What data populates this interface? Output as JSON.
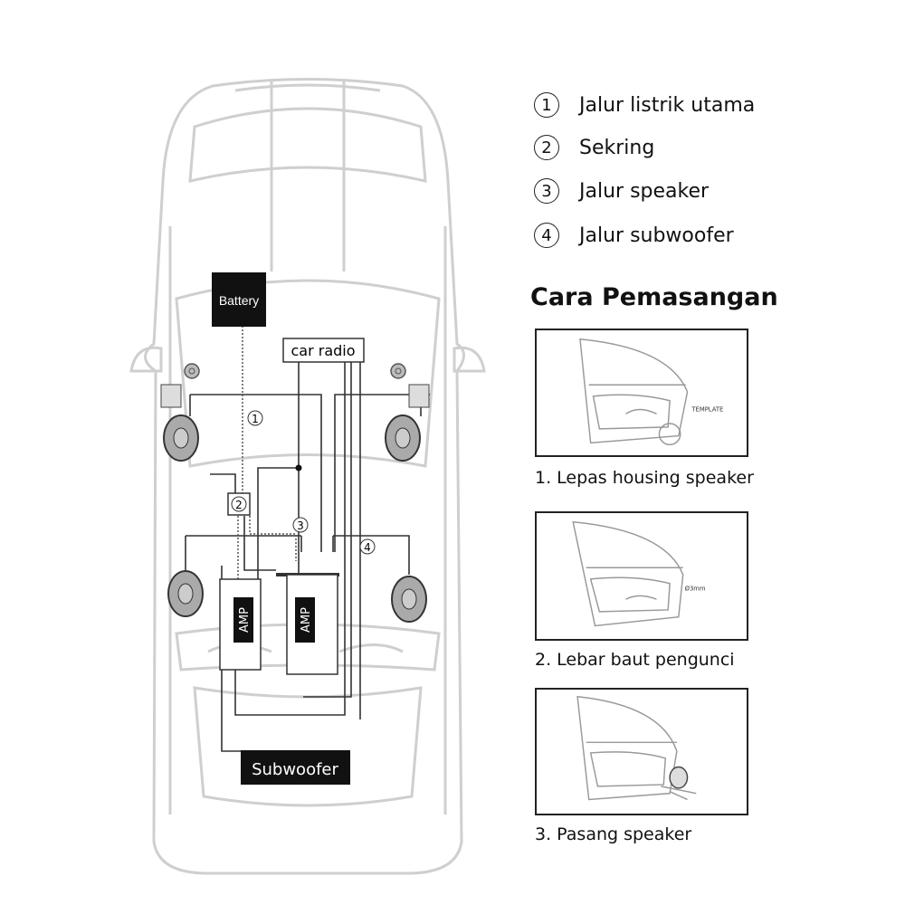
{
  "diagram": {
    "battery_label": "Battery",
    "radio_label": "car radio",
    "amp_left_label": "AMP",
    "amp_right_label": "AMP",
    "subwoofer_label": "Subwoofer",
    "marker_1": "1",
    "marker_2": "2",
    "marker_3": "3",
    "marker_4": "4"
  },
  "legend": [
    {
      "num": "1",
      "label": "Jalur listrik utama"
    },
    {
      "num": "2",
      "label": "Sekring"
    },
    {
      "num": "3",
      "label": "Jalur speaker"
    },
    {
      "num": "4",
      "label": "Jalur subwoofer"
    }
  ],
  "steps_title": "Cara Pemasangan",
  "steps": [
    {
      "caption": "1. Lepas housing speaker",
      "annotation": "TEMPLATE"
    },
    {
      "caption": "2. Lebar baut pengunci",
      "annotation": "Ø3mm"
    },
    {
      "caption": "3. Pasang speaker",
      "annotation": ""
    }
  ]
}
